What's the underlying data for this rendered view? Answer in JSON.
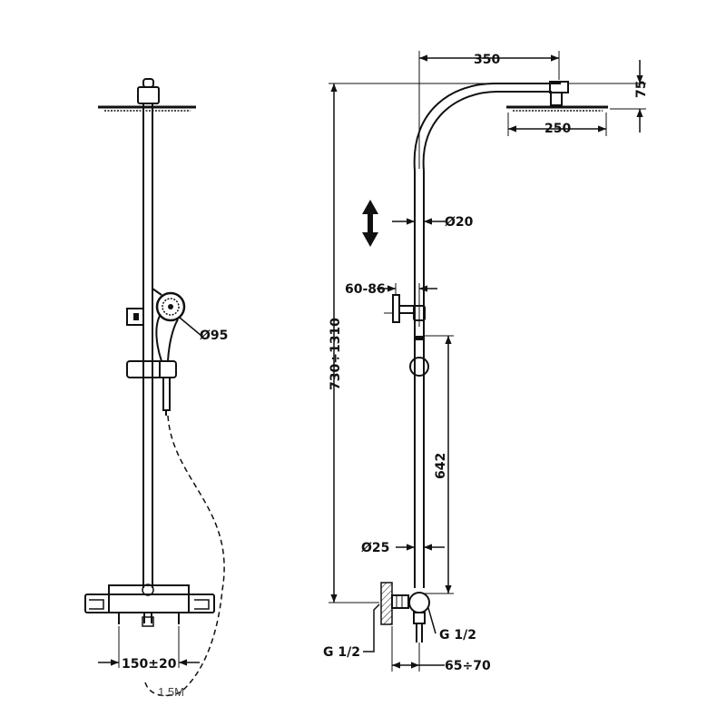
{
  "front_view": {
    "handshower_diameter": "Ø95",
    "inlet_centres": "150±20",
    "hose_length": "1.5M"
  },
  "side_view": {
    "arm_projection": "350",
    "head_drop": "75",
    "head_diameter": "250",
    "rail_diameter": "Ø20",
    "holder_offset": "60-86",
    "total_height": "730÷1310",
    "slide_length": "642",
    "pipe_diameter": "Ø25",
    "thread_left": "G 1/2",
    "thread_right": "G 1/2",
    "wall_offset": "65÷70"
  },
  "icons": [
    "adjust-arrow-icon"
  ]
}
